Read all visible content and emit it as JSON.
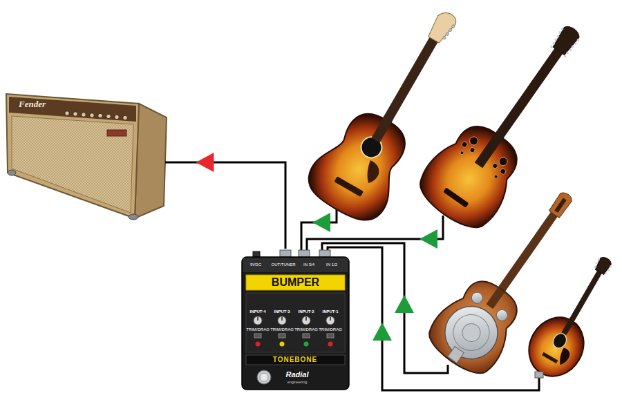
{
  "diagram": {
    "nodes": [
      {
        "text": [
          "Fender"
        ]
      },
      {
        "text": [
          "BUMPER"
        ]
      }
    ],
    "edges": [
      {
        "from": 1,
        "to": 0,
        "arrow": "to"
      }
    ],
    "labels": [
      "9VDC",
      "OUT/TUNER",
      "IN 3/4",
      "IN 1/2",
      "INPUT-4",
      "INPUT-3",
      "INPUT-2",
      "INPUT-1",
      "TRIM/DRAG",
      "TRIM/DRAG",
      "TRIM/DRAG",
      "TRIM/DRAG",
      "TONEBONE",
      "Radial",
      "engineering"
    ]
  }
}
